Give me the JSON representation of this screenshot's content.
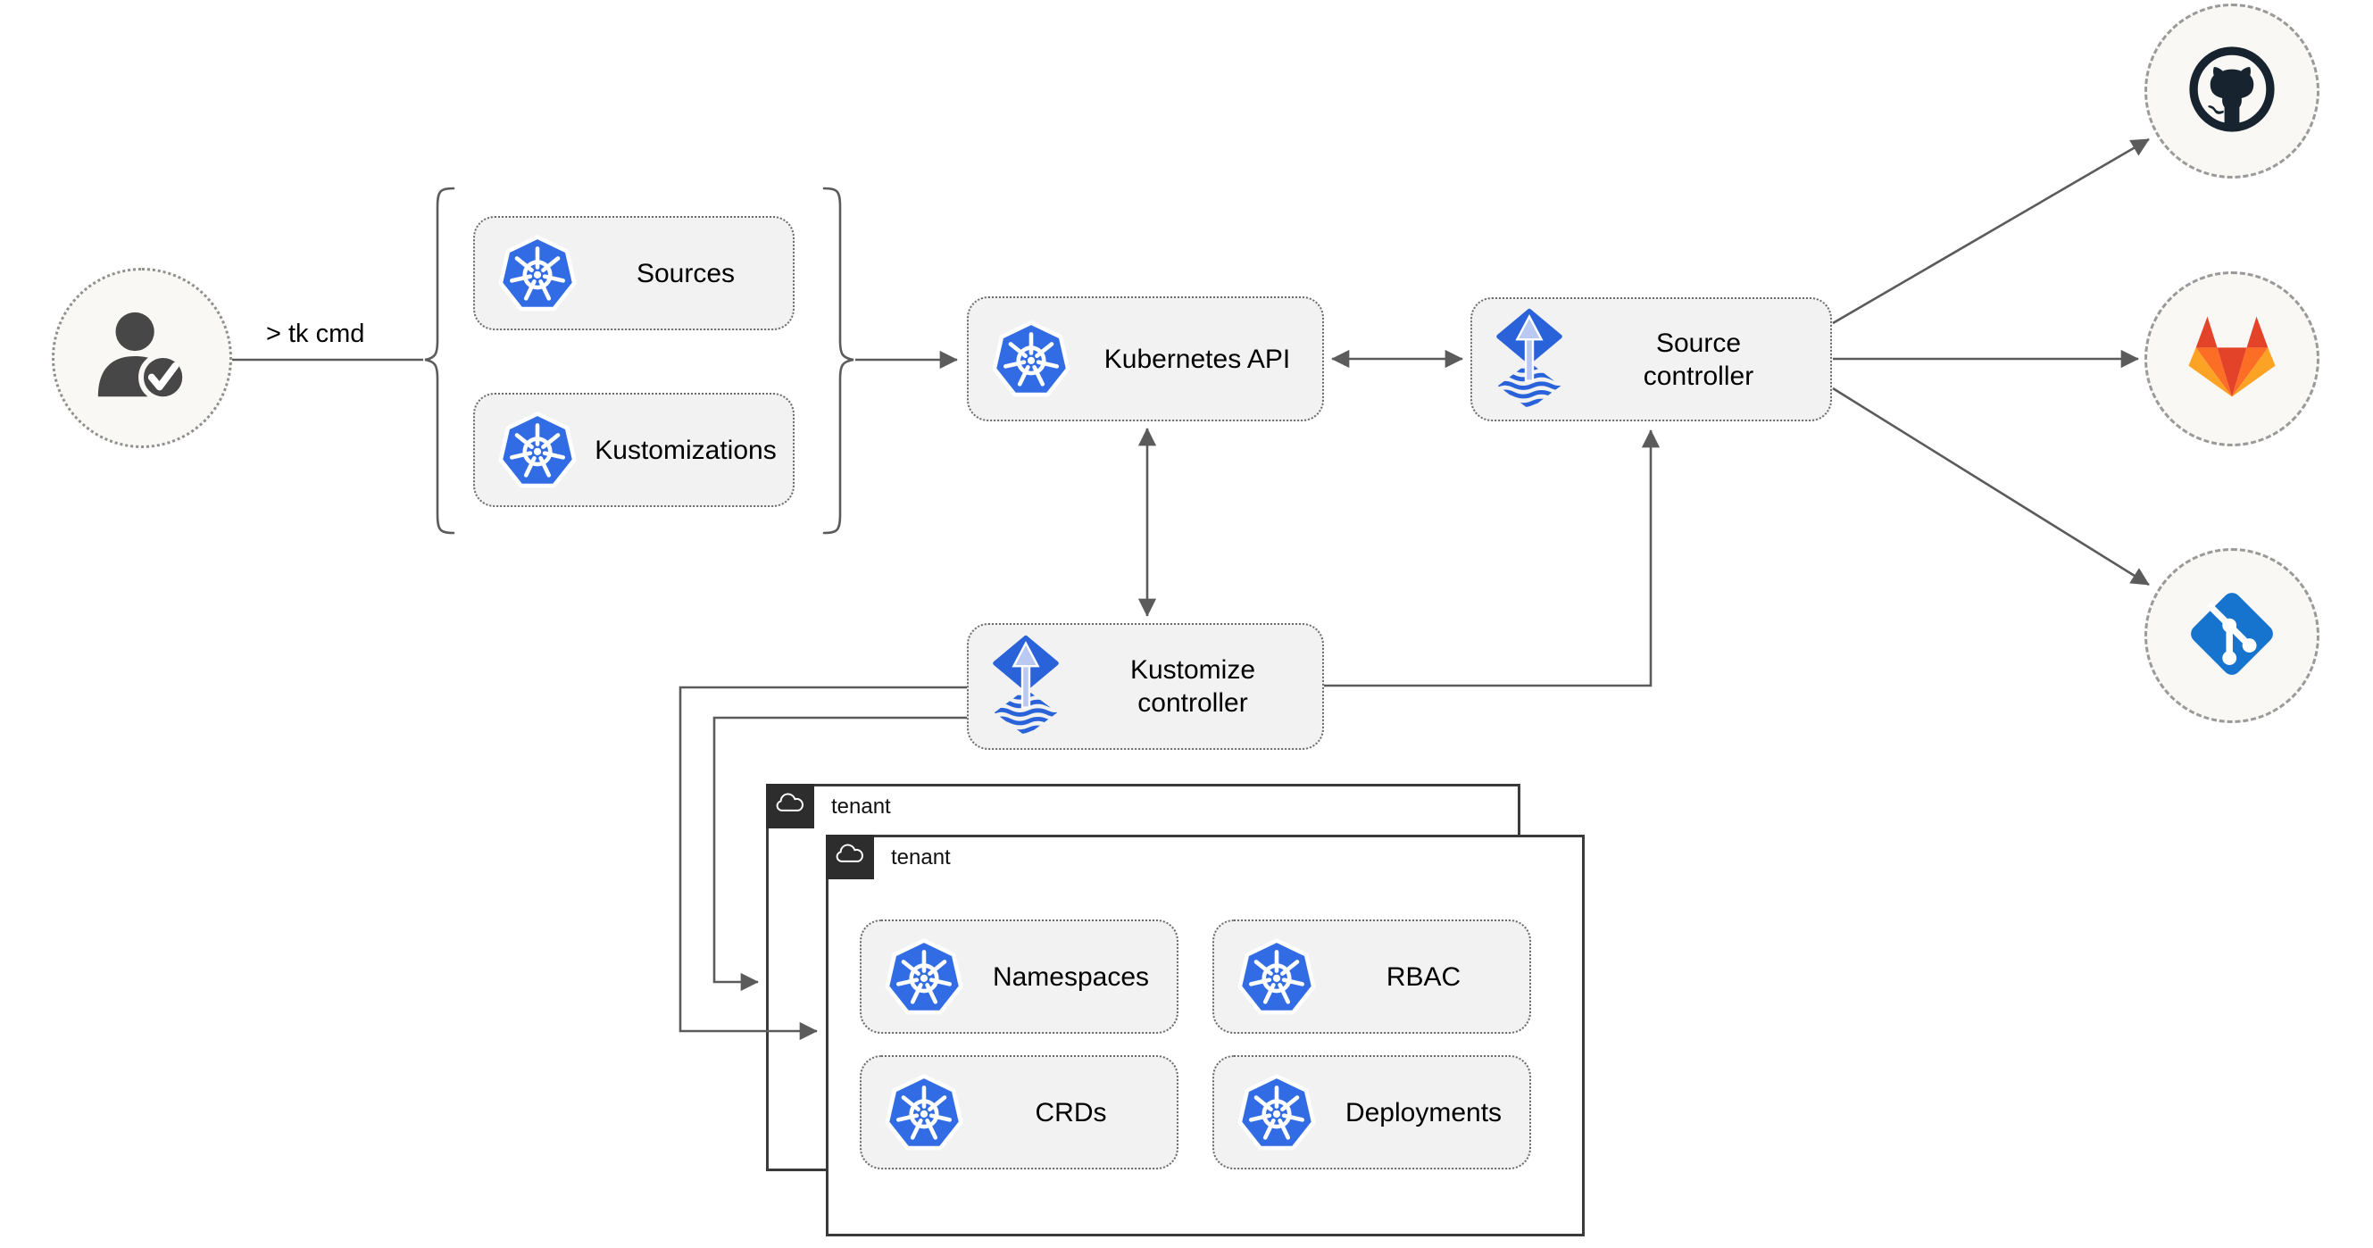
{
  "user": {
    "icon": "user-check",
    "cli_label": "> tk cmd"
  },
  "crd_group": {
    "sources_label": "Sources",
    "kustomizations_label": "Kustomizations"
  },
  "cluster": {
    "kubernetes_api_label": "Kubernetes API",
    "source_controller_label": "Source\ncontroller",
    "kustomize_controller_label": "Kustomize\ncontroller"
  },
  "tenants": {
    "back": {
      "label": "tenant"
    },
    "front": {
      "label": "tenant",
      "resources": {
        "namespaces_label": "Namespaces",
        "rbac_label": "RBAC",
        "crds_label": "CRDs",
        "deployments_label": "Deployments"
      }
    }
  },
  "git_providers": {
    "items": [
      "github",
      "gitlab",
      "git"
    ]
  },
  "colors": {
    "kubernetes_blue": "#326ce5",
    "flux_blue": "#2a63d9",
    "flux_arrow_light": "#b9c9f2",
    "github_dark": "#17242f",
    "gitlab_red": "#e24329",
    "gitlab_orange": "#fc6d26",
    "gitlab_light_orange": "#fca326",
    "git_blue": "#1673ce",
    "connector_gray": "#5b5b5b",
    "node_fill": "#f2f2f2",
    "provider_circle_fill": "#faf8f4",
    "tenant_tab_dark": "#2d2d2d"
  }
}
